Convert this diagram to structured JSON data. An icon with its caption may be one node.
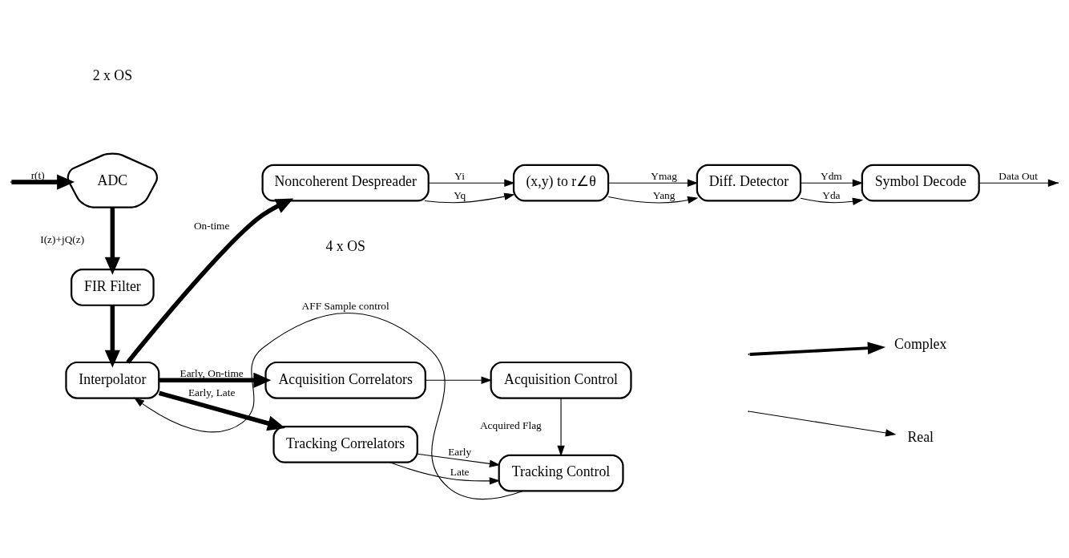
{
  "diagram": {
    "nodes": [
      {
        "text": [
          "ADC"
        ]
      },
      {
        "text": [
          "FIR Filter"
        ]
      },
      {
        "text": [
          "Interpolator"
        ]
      },
      {
        "text": [
          "Acquisition Correlators"
        ]
      },
      {
        "text": [
          "Acquisition Control"
        ]
      },
      {
        "text": [
          "Tracking Correlators"
        ]
      },
      {
        "text": [
          "Tracking Control"
        ]
      },
      {
        "text": [
          "Noncoherent Despreader"
        ]
      },
      {
        "text": [
          "(x,y) to r∠θ"
        ]
      },
      {
        "text": [
          "Diff. Detector"
        ]
      },
      {
        "text": [
          "Symbol Decode"
        ]
      }
    ],
    "edges": [
      {
        "from": null,
        "to": 0,
        "arrow": "to",
        "label": "r(t)",
        "style": "thick"
      },
      {
        "from": 0,
        "to": 1,
        "arrow": "to",
        "label": "I(z)+jQ(z)",
        "style": "thick"
      },
      {
        "from": 1,
        "to": 2,
        "arrow": "to",
        "style": "thick"
      },
      {
        "from": 2,
        "to": 3,
        "arrow": "to",
        "label": "Early, On-time",
        "style": "thick"
      },
      {
        "from": 2,
        "to": 5,
        "arrow": "to",
        "label": "Early, Late",
        "style": "thick"
      },
      {
        "from": 2,
        "to": 7,
        "arrow": "to",
        "label": "On-time",
        "style": "thick"
      },
      {
        "from": 3,
        "to": 4,
        "arrow": "to"
      },
      {
        "from": 4,
        "to": 6,
        "arrow": "to",
        "label": "Acquired Flag"
      },
      {
        "from": 5,
        "to": 6,
        "arrow": "to",
        "label": "Early"
      },
      {
        "from": 5,
        "to": 6,
        "arrow": "to",
        "label": "Late"
      },
      {
        "from": 6,
        "to": 2,
        "arrow": "to",
        "label": "AFF Sample control"
      },
      {
        "from": 7,
        "to": 8,
        "arrow": "to",
        "label": "Yi"
      },
      {
        "from": 7,
        "to": 8,
        "arrow": "to",
        "label": "Yq"
      },
      {
        "from": 8,
        "to": 9,
        "arrow": "to",
        "label": "Ymag"
      },
      {
        "from": 8,
        "to": 9,
        "arrow": "to",
        "label": "Yang"
      },
      {
        "from": 9,
        "to": 10,
        "arrow": "to",
        "label": "Ydm"
      },
      {
        "from": 9,
        "to": 10,
        "arrow": "to",
        "label": "Yda"
      },
      {
        "from": 10,
        "to": null,
        "arrow": "to",
        "label": "Data Out"
      }
    ],
    "labels": [
      "2 x OS",
      "4 x OS"
    ],
    "legend": [
      {
        "text": "Complex"
      },
      {
        "text": "Real"
      }
    ]
  }
}
